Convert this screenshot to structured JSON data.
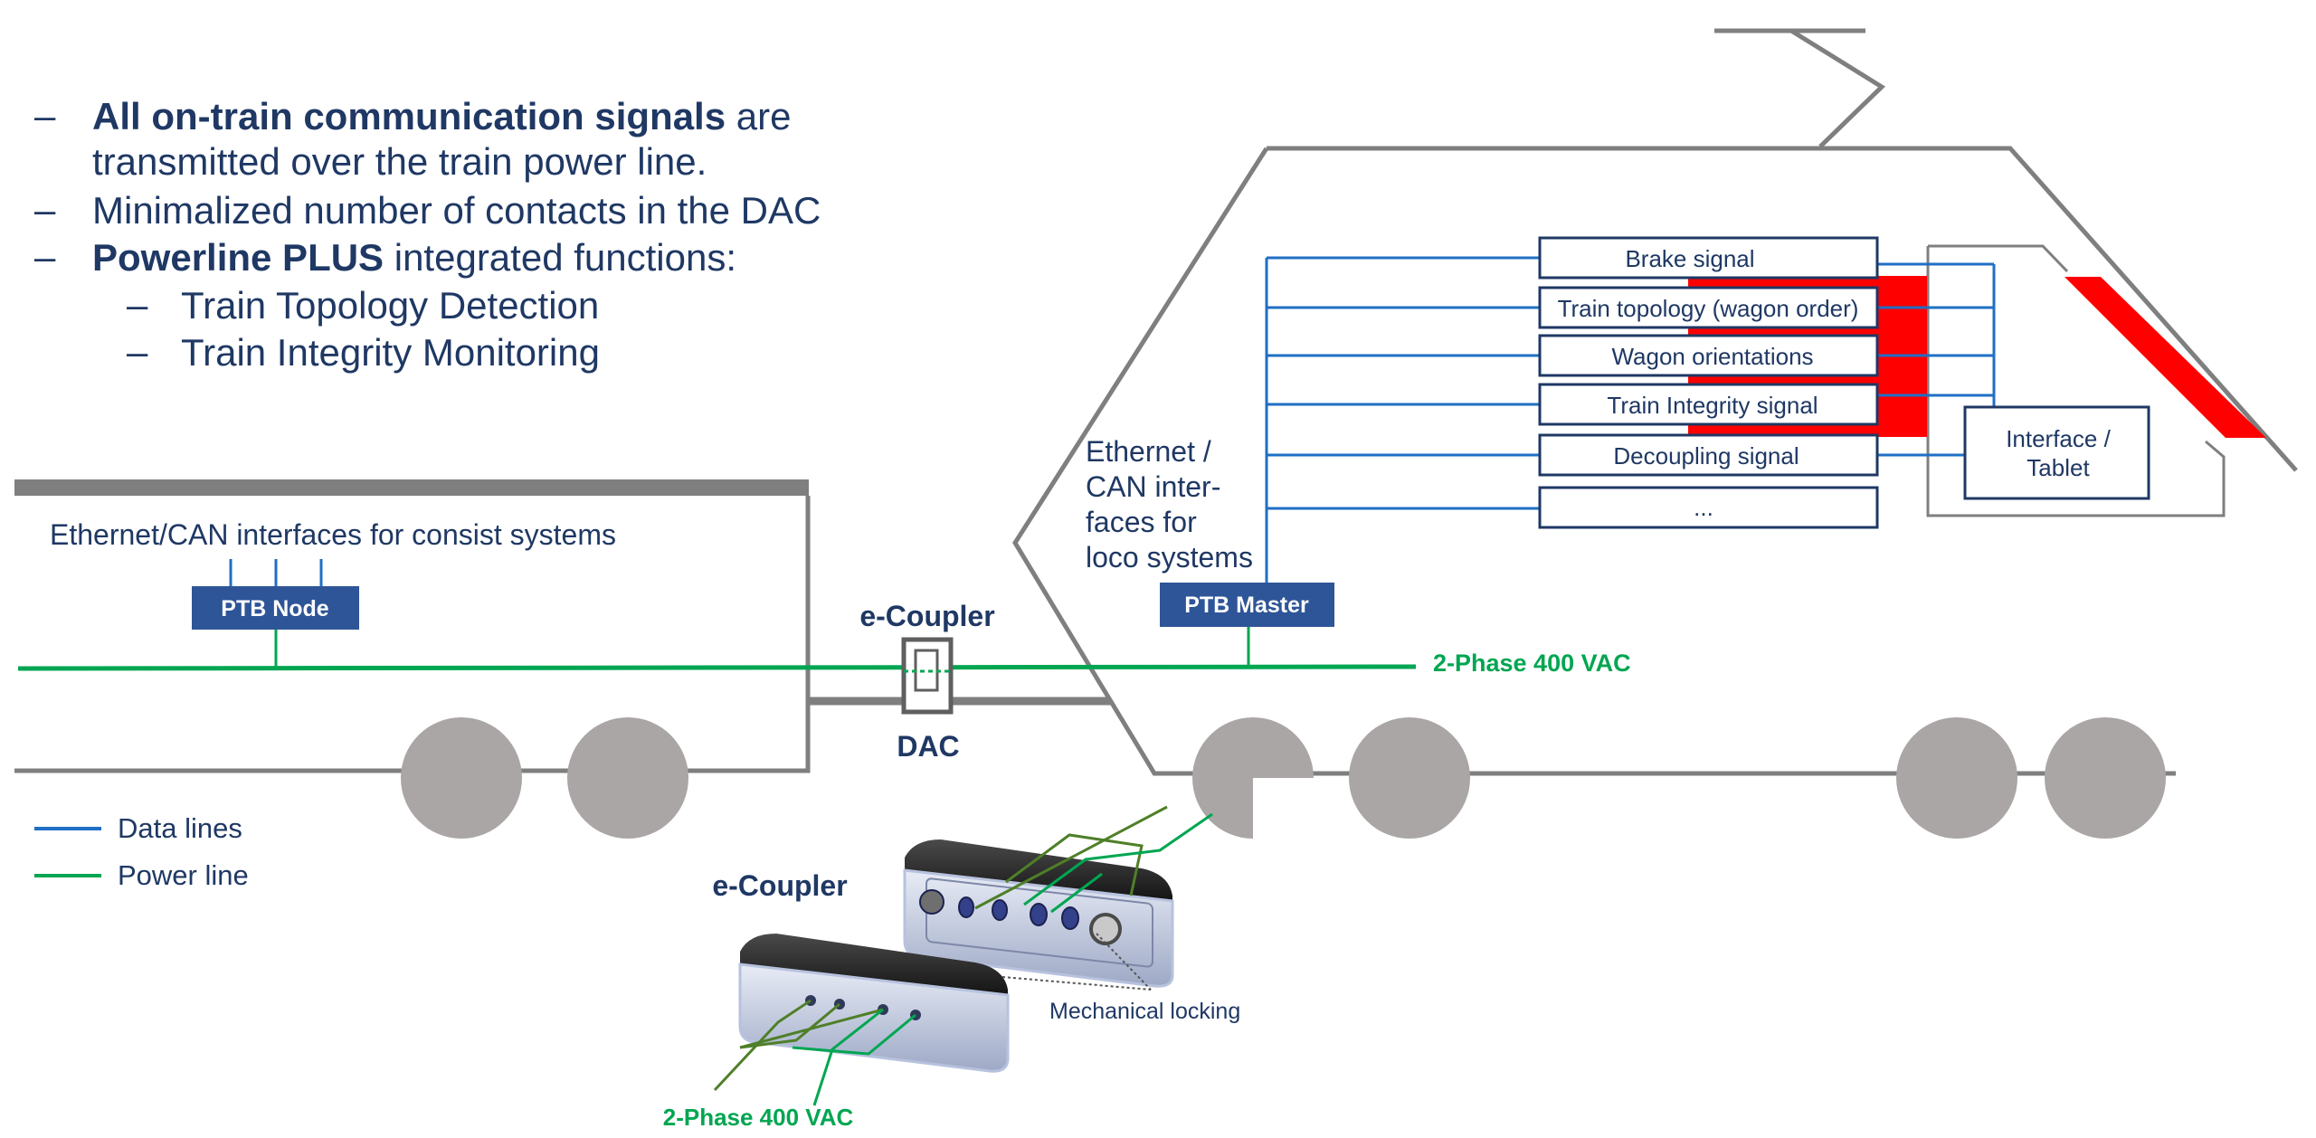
{
  "bullets": {
    "b1_bold": "All on-train communication signals",
    "b1_rest": " are",
    "b1_line2": "transmitted over the train power line.",
    "b2": "Minimalized number of contacts in the DAC",
    "b3_bold": "Powerline PLUS",
    "b3_rest": " integrated functions:",
    "sub1": "Train Topology Detection",
    "sub2": "Train Integrity Monitoring",
    "dash": "–"
  },
  "wagon": {
    "interfaces_label": "Ethernet/CAN interfaces for consist systems",
    "node_label": "PTB Node"
  },
  "coupler": {
    "title": "e-Coupler",
    "dac_label": "DAC"
  },
  "loco": {
    "interfaces_label": [
      "Ethernet /",
      "CAN inter-",
      "faces for",
      "loco systems"
    ],
    "master_label": "PTB Master",
    "signals": [
      "Brake signal",
      "Train topology (wagon order)",
      "Wagon orientations",
      "Train Integrity signal",
      "Decoupling signal",
      "..."
    ],
    "interface_box": [
      "Interface /",
      "Tablet"
    ]
  },
  "power_label": "2-Phase 400 VAC",
  "legend": {
    "data": "Data lines",
    "power": "Power line"
  },
  "photo": {
    "title": "e-Coupler",
    "locking_label": "Mechanical locking",
    "power_label": "2-Phase 400 VAC"
  },
  "colors": {
    "navy": "#1f3864",
    "data_blue": "#1f6fc5",
    "power_green": "#00a651",
    "node_fill": "#2e5597",
    "gray": "#7f7f7f",
    "wheel": "#aaa6a5",
    "red": "#ff0000"
  }
}
